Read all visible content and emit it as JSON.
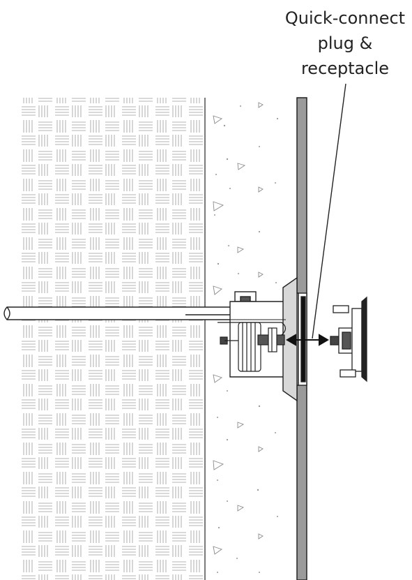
{
  "callout": {
    "lines": [
      "Quick-connect",
      "plug &",
      "receptacle"
    ]
  },
  "colors": {
    "line": "#222222",
    "wall_plate": "#9a9a9a",
    "paper": "#ffffff"
  },
  "regions": [
    {
      "name": "brick-wall",
      "pattern": "basket-weave-icon"
    },
    {
      "name": "concrete-fill",
      "pattern": "aggregate-speckle-icon"
    },
    {
      "name": "finished-wall",
      "pattern": "solid-gray-icon"
    }
  ],
  "components": [
    "conduit-pipe",
    "junction-box",
    "quick-connect-receptacle",
    "quick-connect-plug",
    "double-arrow-icon"
  ]
}
